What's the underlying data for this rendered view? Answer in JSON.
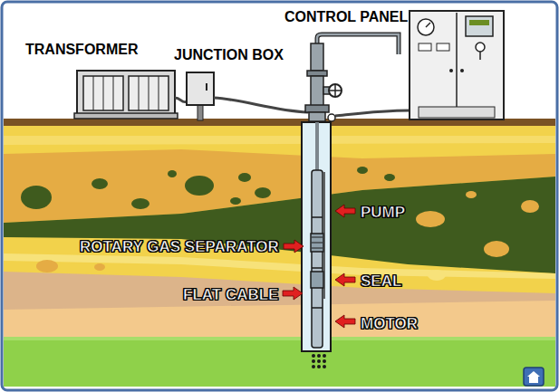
{
  "diagram": {
    "labels": [
      "TRANSFORMER",
      "JUNCTION BOX",
      "CONTROL PANEL",
      "PUMP",
      "ROTARY GAS SEPARATOR",
      "SEAL",
      "FLAT CABLE",
      "MOTOR"
    ]
  }
}
